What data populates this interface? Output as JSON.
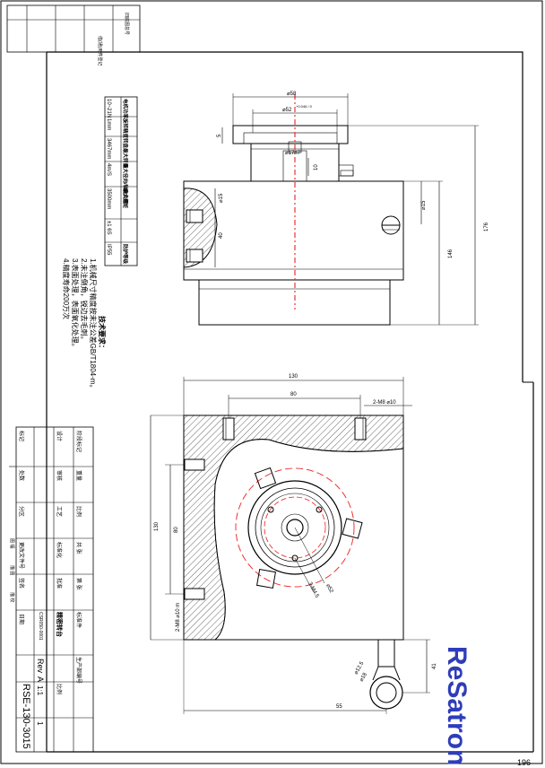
{
  "page_number": "196",
  "brand": {
    "logo": "ReSatron",
    "color": "#2f3db8"
  },
  "spec_table": {
    "headers": [
      "电机功率",
      "旋转精度",
      "转盘最大转速",
      "最大径向/轴向负载",
      "最大扭矩",
      "防护等级"
    ],
    "values": [
      "10~21N",
      "1mm",
      "3467mm",
      "4m/S",
      "3500mm",
      "±1 6S",
      "IP55"
    ]
  },
  "notes": {
    "title": "技术要求：",
    "items": [
      "1.机械尺寸精度按未注公差GB/T1804-m。",
      "2.未注倒角，锐边去毛刺。",
      "3.表面处理，表面氧化处理。",
      "4.精度寿命200万次"
    ]
  },
  "dimensions": {
    "top_width": "⌀58",
    "top_inner": "⌀52",
    "top_tol": "+0.046 / 0",
    "left_small": "5",
    "bore": "⌀17h7",
    "bore_depth": "10",
    "left_height": "⌀15",
    "mid": "40",
    "right_small": "⌀15",
    "height_total": "176",
    "height_body": "146",
    "base_width": "130",
    "bolt_span": "80",
    "thread_top": "2-M8 ⌀10",
    "side_height": "130",
    "side_bolt": "80",
    "thread_side": "2-M8 ⌀10 m",
    "pcd": "⌀52",
    "holes": "3-M4.5",
    "ring_outer": "⌀18",
    "ring_inner": "⌀12.5",
    "offset_x": "55",
    "offset_y": "41"
  },
  "title_block": {
    "product": "精密转台",
    "model": "RSE-130-3015",
    "rev_label": "Rev",
    "rev": "A",
    "scale_label": "比例",
    "scale": "1:1",
    "qty": "1",
    "material": "标准件",
    "drawing_no": "CSR050-0001",
    "company": "生产部编号",
    "rows": [
      "标记",
      "处数",
      "分区",
      "更改文件号",
      "签名",
      "日期"
    ],
    "roles": [
      "设计",
      "审核",
      "工艺",
      "标准化",
      "批准"
    ],
    "labels": [
      "阶段标记",
      "重量",
      "比例",
      "共 张",
      "第 张"
    ]
  },
  "left_strip": [
    "图 幅",
    "描 图",
    "描 校",
    "底图总号",
    "签字",
    "日期"
  ],
  "top_strip": [
    "借(通)用件登记",
    "旧底图总号"
  ]
}
